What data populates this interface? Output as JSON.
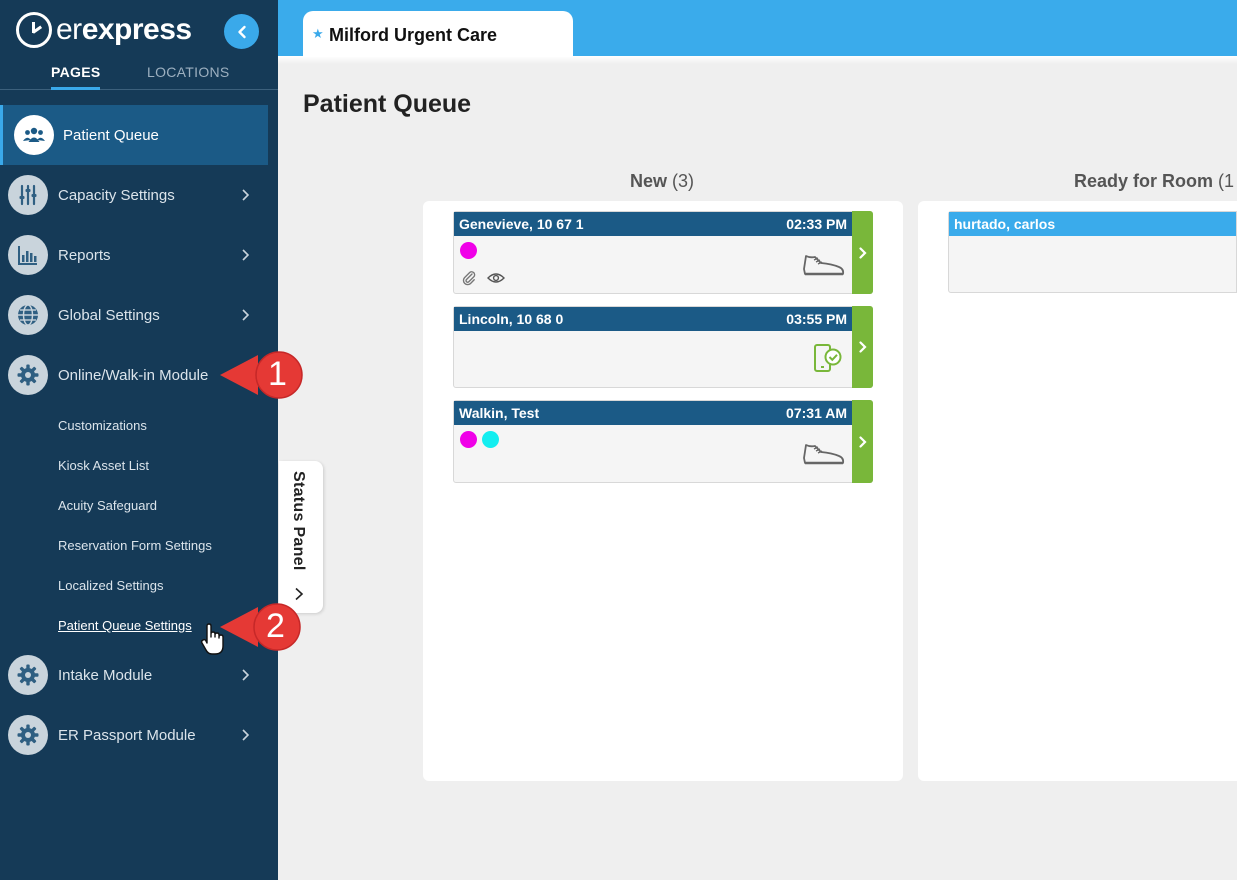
{
  "sidebar": {
    "logo_light": "er",
    "logo_bold": "express",
    "tabs": {
      "pages": "PAGES",
      "locations": "LOCATIONS"
    },
    "items": [
      {
        "label": "Patient Queue",
        "icon": "users-icon"
      },
      {
        "label": "Capacity Settings",
        "icon": "sliders-icon"
      },
      {
        "label": "Reports",
        "icon": "bar-chart-icon"
      },
      {
        "label": "Global Settings",
        "icon": "globe-icon"
      },
      {
        "label": "Online/Walk-in Module",
        "icon": "gear-icon"
      },
      {
        "label": "Intake Module",
        "icon": "gear-icon"
      },
      {
        "label": "ER Passport Module",
        "icon": "gear-icon"
      }
    ],
    "subitems": [
      "Customizations",
      "Kiosk Asset List",
      "Acuity Safeguard",
      "Reservation Form Settings",
      "Localized Settings",
      "Patient Queue Settings"
    ]
  },
  "callouts": [
    "1",
    "2"
  ],
  "header": {
    "location": "Milford Urgent Care"
  },
  "main": {
    "title": "Patient Queue",
    "status_panel": "Status Panel",
    "columns": [
      {
        "name": "New",
        "count": "(3)",
        "cards": [
          {
            "name": "Genevieve, 10 67 1",
            "time": "02:33 PM",
            "dots": [
              "#f000e8"
            ],
            "icons": [
              "paperclip-icon",
              "eye-icon",
              "shoe-icon"
            ]
          },
          {
            "name": "Lincoln, 10 68 0",
            "time": "03:55 PM",
            "dots": [],
            "icons": [
              "phone-check-icon"
            ]
          },
          {
            "name": "Walkin, Test",
            "time": "07:31 AM",
            "dots": [
              "#f000e8",
              "#14eef0"
            ],
            "icons": [
              "shoe-icon"
            ]
          }
        ]
      },
      {
        "name": "Ready for Room",
        "count": "(1",
        "cards": [
          {
            "name": "hurtado, carlos"
          }
        ]
      }
    ]
  },
  "colors": {
    "sidebar": "#153a57",
    "accent": "#3aabeb",
    "card_header": "#1b5a86",
    "action_green": "#79b73a",
    "callout_red": "#e53935"
  }
}
